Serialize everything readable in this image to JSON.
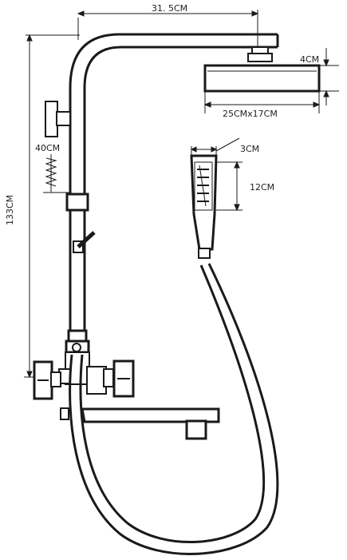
{
  "dimensions": {
    "arm_length": "31. 5CM",
    "head_thickness": "4CM",
    "head_size": "25CMx17CM",
    "handset_width": "3CM",
    "handset_length": "12CM",
    "bracket_height": "40CM",
    "total_height": "133CM"
  },
  "colors": {
    "line": "#1a1a1a",
    "background": "#ffffff"
  }
}
